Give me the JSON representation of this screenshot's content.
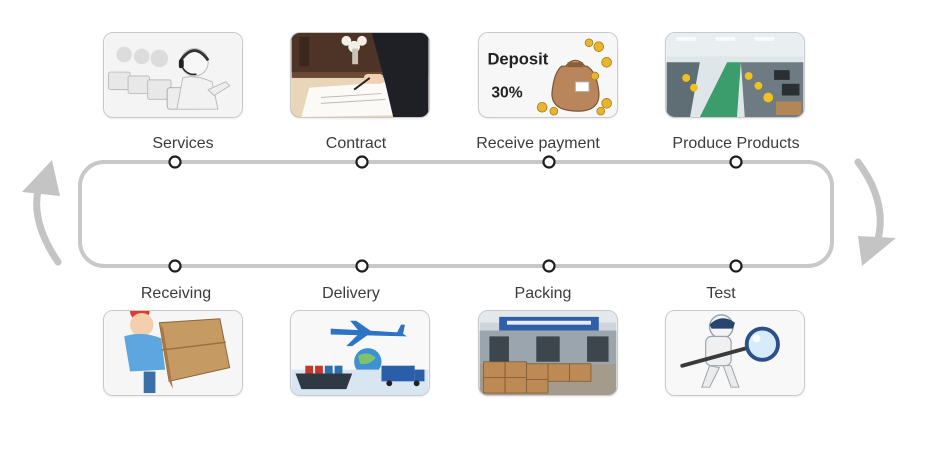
{
  "top_steps": [
    {
      "label": "Services",
      "icon": "customer-service-agents"
    },
    {
      "label": "Contract",
      "icon": "signing-contract"
    },
    {
      "label": "Receive payment",
      "icon": "money-bag-deposit"
    },
    {
      "label": "Produce Products",
      "icon": "factory-production-line"
    }
  ],
  "deposit": {
    "title": "Deposit",
    "percent": "30%"
  },
  "bottom_steps": [
    {
      "label": "Receiving",
      "icon": "courier-with-box"
    },
    {
      "label": "Delivery",
      "icon": "plane-ship-truck-globe"
    },
    {
      "label": "Packing",
      "icon": "warehouse-cartons"
    },
    {
      "label": "Test",
      "icon": "magnifier-inspector"
    }
  ],
  "colors": {
    "loop": "#c8c8c8",
    "dot_stroke": "#1e1e1e",
    "arrow": "#c4c4c4",
    "label": "#3b3b3b"
  }
}
